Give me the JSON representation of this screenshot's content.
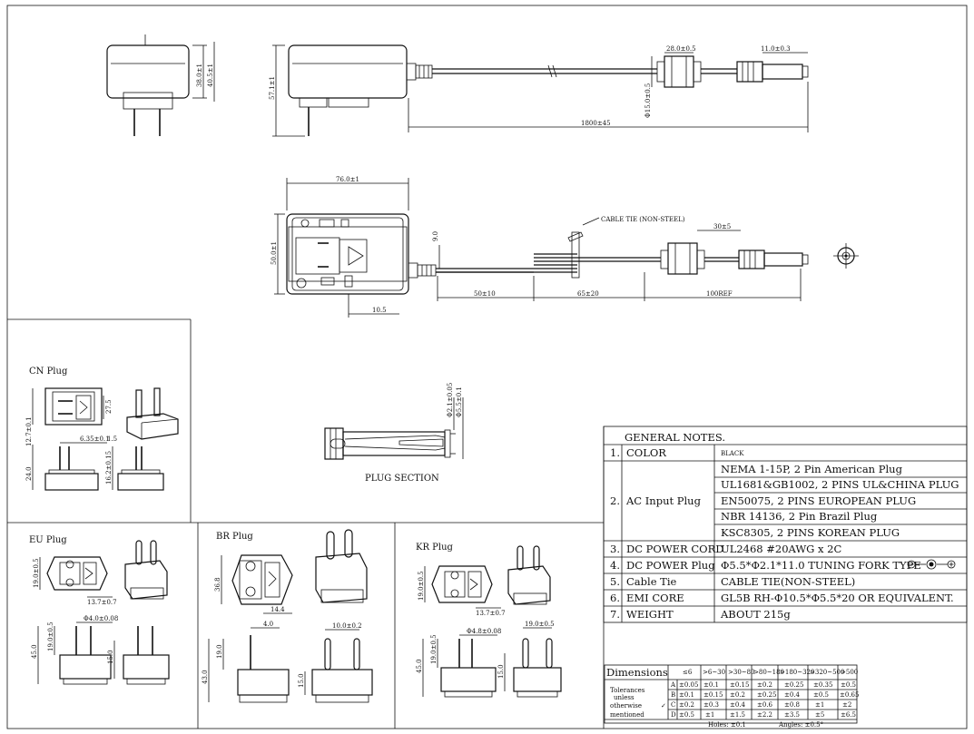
{
  "top_view": {
    "height_dim": "38.0±1",
    "height_dim2": "40.5±1",
    "side_height_dim": "57.1±1",
    "ferrite_length_dim": "28.0±0.5",
    "plug_length_dim": "11.0±0.3",
    "ferrite_dia_dim": "Φ15.0±0.5",
    "cord_length_dim": "1800±45"
  },
  "mid_view": {
    "width_dim": "76.0±1",
    "height_dim": "50.0±1",
    "offset_dim": "9.0",
    "cable_tie_label": "CABLE TIE (NON-STEEL)",
    "tie_dim": "30±5",
    "seg1_dim": "50±10",
    "seg2_dim": "65±20",
    "seg3_dim": "100REF",
    "bottom_dim": "10.5"
  },
  "plug_section": {
    "label": "PLUG SECTION",
    "dim_outer": "Φ2.1±0.05",
    "dim_inner": "Φ5.5±0.1"
  },
  "plugs": {
    "cn": {
      "label": "CN   Plug",
      "d1": "12.7±0.1",
      "d2": "6.35±0.1",
      "d3": "1.5",
      "d4": "27.5",
      "d5": "16.2±0.15",
      "d6": "24.0"
    },
    "eu": {
      "label": "EU Plug",
      "d1": "Φ4.0±0.08",
      "d2": "19.0±0.5",
      "d3": "13.7±0.7",
      "d4": "19.0±0.5",
      "d5": "45.0",
      "d6": "15.0"
    },
    "br": {
      "label": "BR Plug",
      "d1": "36.8",
      "d2": "14.4",
      "d3": "4.0",
      "d4": "10.0±0.2",
      "d5": "43.0",
      "d6": "19.0",
      "d7": "15.0"
    },
    "kr": {
      "label": "KR Plug",
      "d1": "Φ4.8±0.08",
      "d2": "19.0±0.5",
      "d3": "13.7±0.7",
      "d4": "19.0±0.5",
      "d5": "45.0",
      "d6": "15.0"
    }
  },
  "notes": {
    "title": "GENERAL  NOTES.",
    "rows": [
      {
        "num": "1.",
        "label": "COLOR",
        "values": [
          "BLACK"
        ]
      },
      {
        "num": "2.",
        "label": "AC Input Plug",
        "values": [
          "NEMA 1-15P, 2 Pin American Plug",
          "UL1681&GB1002, 2 PINS UL&CHINA PLUG",
          "EN50075, 2 PINS EUROPEAN PLUG",
          "NBR 14136, 2 Pin Brazil Plug",
          "KSC8305, 2 PINS KOREAN PLUG"
        ]
      },
      {
        "num": "3.",
        "label": "DC POWER CORD",
        "values": [
          "UL2468  #20AWG x 2C"
        ]
      },
      {
        "num": "4.",
        "label": "DC POWER Plug",
        "values": [
          "Φ5.5*Φ2.1*11.0 TUNING FORK TYPE"
        ]
      },
      {
        "num": "5.",
        "label": "Cable Tie",
        "values": [
          "CABLE TIE(NON-STEEL)"
        ]
      },
      {
        "num": "6.",
        "label": "EMI CORE",
        "values": [
          "GL5B RH-Φ10.5*Φ5.5*20 OR EQUIVALENT."
        ]
      },
      {
        "num": "7.",
        "label": "WEIGHT",
        "values": [
          "ABOUT 215g"
        ]
      }
    ]
  },
  "tolerances": {
    "title": "Dimensions",
    "headers": [
      "≤6",
      ">6~30",
      ">30~80",
      ">80~180",
      ">180~320",
      ">320~500",
      ">500"
    ],
    "label_lines": [
      "Tolerances",
      "unless",
      "otherwise",
      "mentioned"
    ],
    "rows": [
      {
        "cls": "A",
        "values": [
          "±0.05",
          "±0.1",
          "±0.15",
          "±0.2",
          "±0.25",
          "±0.35",
          "±0.5"
        ]
      },
      {
        "cls": "B",
        "values": [
          "±0.1",
          "±0.15",
          "±0.2",
          "±0.25",
          "±0.4",
          "±0.5",
          "±0.65"
        ]
      },
      {
        "cls": "C",
        "values": [
          "±0.2",
          "±0.3",
          "±0.4",
          "±0.6",
          "±0.8",
          "±1",
          "±2"
        ]
      },
      {
        "cls": "D",
        "values": [
          "±0.5",
          "±1",
          "±1.5",
          "±2.2",
          "±3.5",
          "±5",
          "±6.5"
        ]
      }
    ],
    "check_mark": "✓",
    "footer": [
      "Holes: ±0.1",
      "Angles: ±0.5°"
    ]
  }
}
